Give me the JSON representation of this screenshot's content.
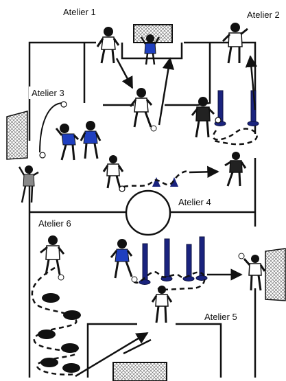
{
  "labels": {
    "atelier1": "Atelier 1",
    "atelier2": "Atelier 2",
    "atelier3": "Atelier 3",
    "atelier4": "Atelier 4",
    "atelier5": "Atelier 5",
    "atelier6": "Atelier 6"
  },
  "colors": {
    "line": "#111111",
    "team_blue": "#1f3fbf",
    "pole_blue": "#1a237e",
    "skin": "#f2f2f2",
    "net": "#666666"
  }
}
